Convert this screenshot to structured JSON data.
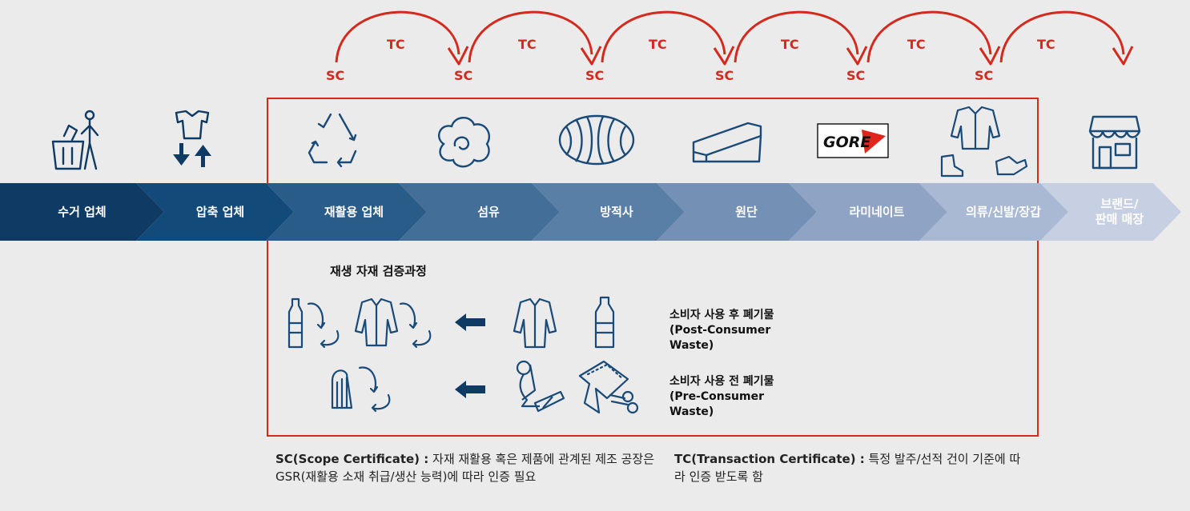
{
  "certificates": {
    "sc_label": "SC",
    "tc_label": "TC"
  },
  "steps": [
    {
      "label": "수거 업체"
    },
    {
      "label": "압축 업체"
    },
    {
      "label": "재활용 업체"
    },
    {
      "label": "섬유"
    },
    {
      "label": "방적사"
    },
    {
      "label": "원단"
    },
    {
      "label": "라미네이트"
    },
    {
      "label": "의류/신발/장갑"
    },
    {
      "label": "브랜드/\n판매 매장"
    }
  ],
  "step_colors": [
    "#0f3a63",
    "#124a7a",
    "#2a5c8a",
    "#426e98",
    "#5a7fa6",
    "#7490b5",
    "#8fa3c4",
    "#a9b8d3",
    "#c6d0e2"
  ],
  "accent_color": "#d42a1e",
  "logo_text": "GORE",
  "verification": {
    "title": "재생 자재 검증과정",
    "post_consumer": "소비자 사용 후 폐기물\n(Post-Consumer\nWaste)",
    "pre_consumer": "소비자 사용 전 폐기물\n(Pre-Consumer\nWaste)"
  },
  "notes": {
    "sc_term": "SC(Scope Certificate) :",
    "sc_text": " 자재 재활용 혹은 제품에 관계된 제조 공장은 GSR(재활용 소재 취급/생산 능력)에 따라 인증 필요",
    "tc_term": "TC(Transaction Certificate) :",
    "tc_text": " 특정 발주/선적 건이 기준에 따라 인증 받도록 함"
  }
}
